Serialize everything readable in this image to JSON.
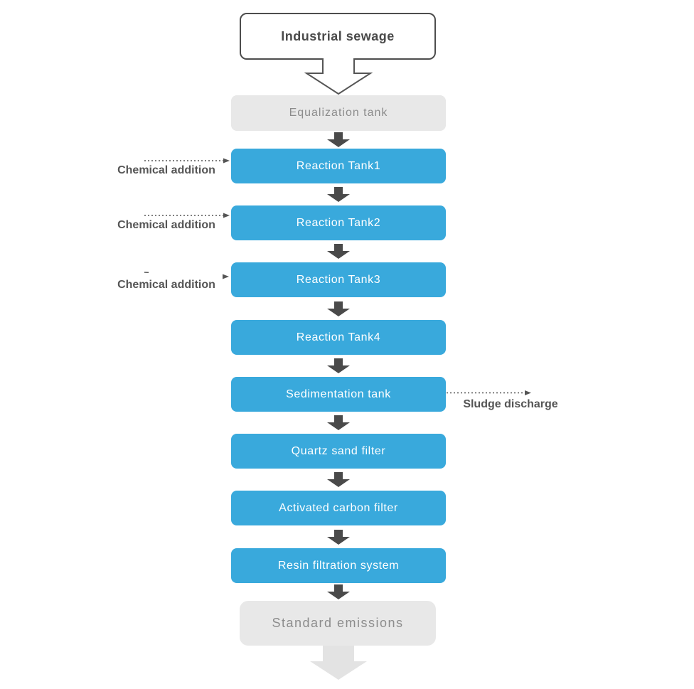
{
  "diagram": {
    "title": "Industrial sewage",
    "steps": [
      {
        "label": "Equalization tank",
        "kind": "terminal"
      },
      {
        "label": "Reaction Tank1",
        "kind": "process"
      },
      {
        "label": "Reaction Tank2",
        "kind": "process"
      },
      {
        "label": "Reaction Tank3",
        "kind": "process"
      },
      {
        "label": "Reaction Tank4",
        "kind": "process"
      },
      {
        "label": "Sedimentation tank",
        "kind": "process"
      },
      {
        "label": "Quartz sand filter",
        "kind": "process"
      },
      {
        "label": "Activated carbon filter",
        "kind": "process"
      },
      {
        "label": "Resin filtration system",
        "kind": "process"
      },
      {
        "label": "Standard emissions",
        "kind": "terminal"
      }
    ],
    "annotations": [
      {
        "label": "Chemical addition",
        "side": "left",
        "target": "Reaction Tank1"
      },
      {
        "label": "Chemical addition",
        "side": "left",
        "target": "Reaction Tank2"
      },
      {
        "label": "Chemical addition",
        "side": "left",
        "target": "Reaction Tank3"
      },
      {
        "label": "Sludge discharge",
        "side": "right",
        "target": "Sedimentation tank"
      }
    ],
    "colors": {
      "process_box": "#39a9dc",
      "terminal_box": "#e8e8e8",
      "flow_arrow": "#4a4a4a",
      "annotation_text": "#555555",
      "output_arrow": "#e3e3e3"
    }
  }
}
